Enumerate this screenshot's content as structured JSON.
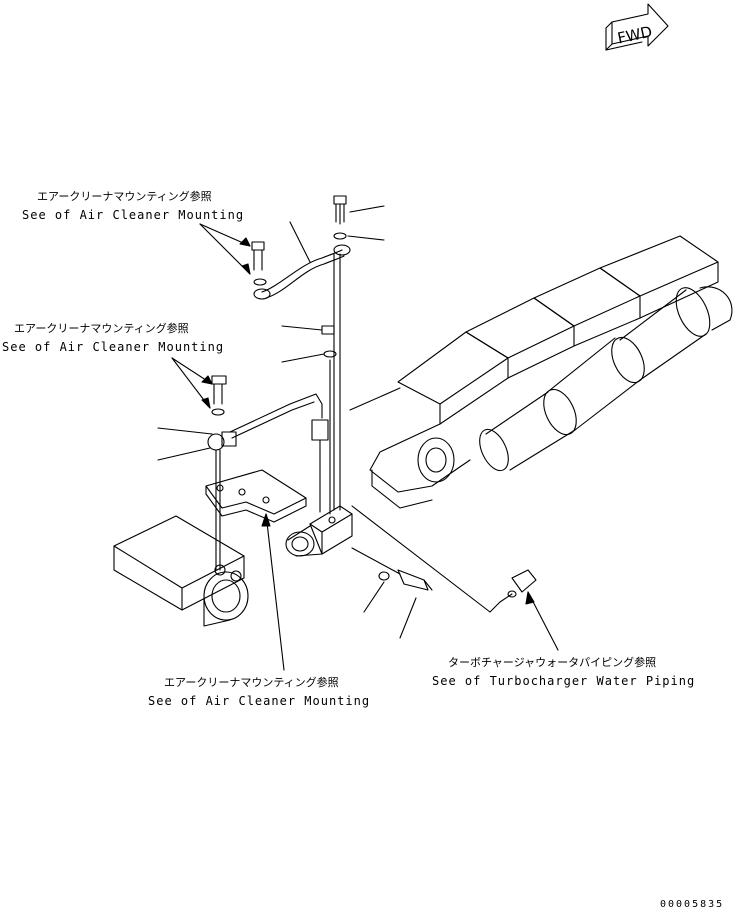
{
  "fwd_mark": "FWD",
  "callouts": {
    "air_cleaner_1": {
      "jp": "エアークリーナマウンティング参照",
      "en": "See of Air Cleaner Mounting"
    },
    "air_cleaner_2": {
      "jp": "エアークリーナマウンティング参照",
      "en": "See of Air Cleaner Mounting"
    },
    "air_cleaner_3": {
      "jp": "エアークリーナマウンティング参照",
      "en": "See of Air Cleaner Mounting"
    },
    "turbo_water": {
      "jp": "ターボチャージャウォータパイピング参照",
      "en": "See of Turbocharger Water Piping"
    }
  },
  "drawing_number": "00005835"
}
